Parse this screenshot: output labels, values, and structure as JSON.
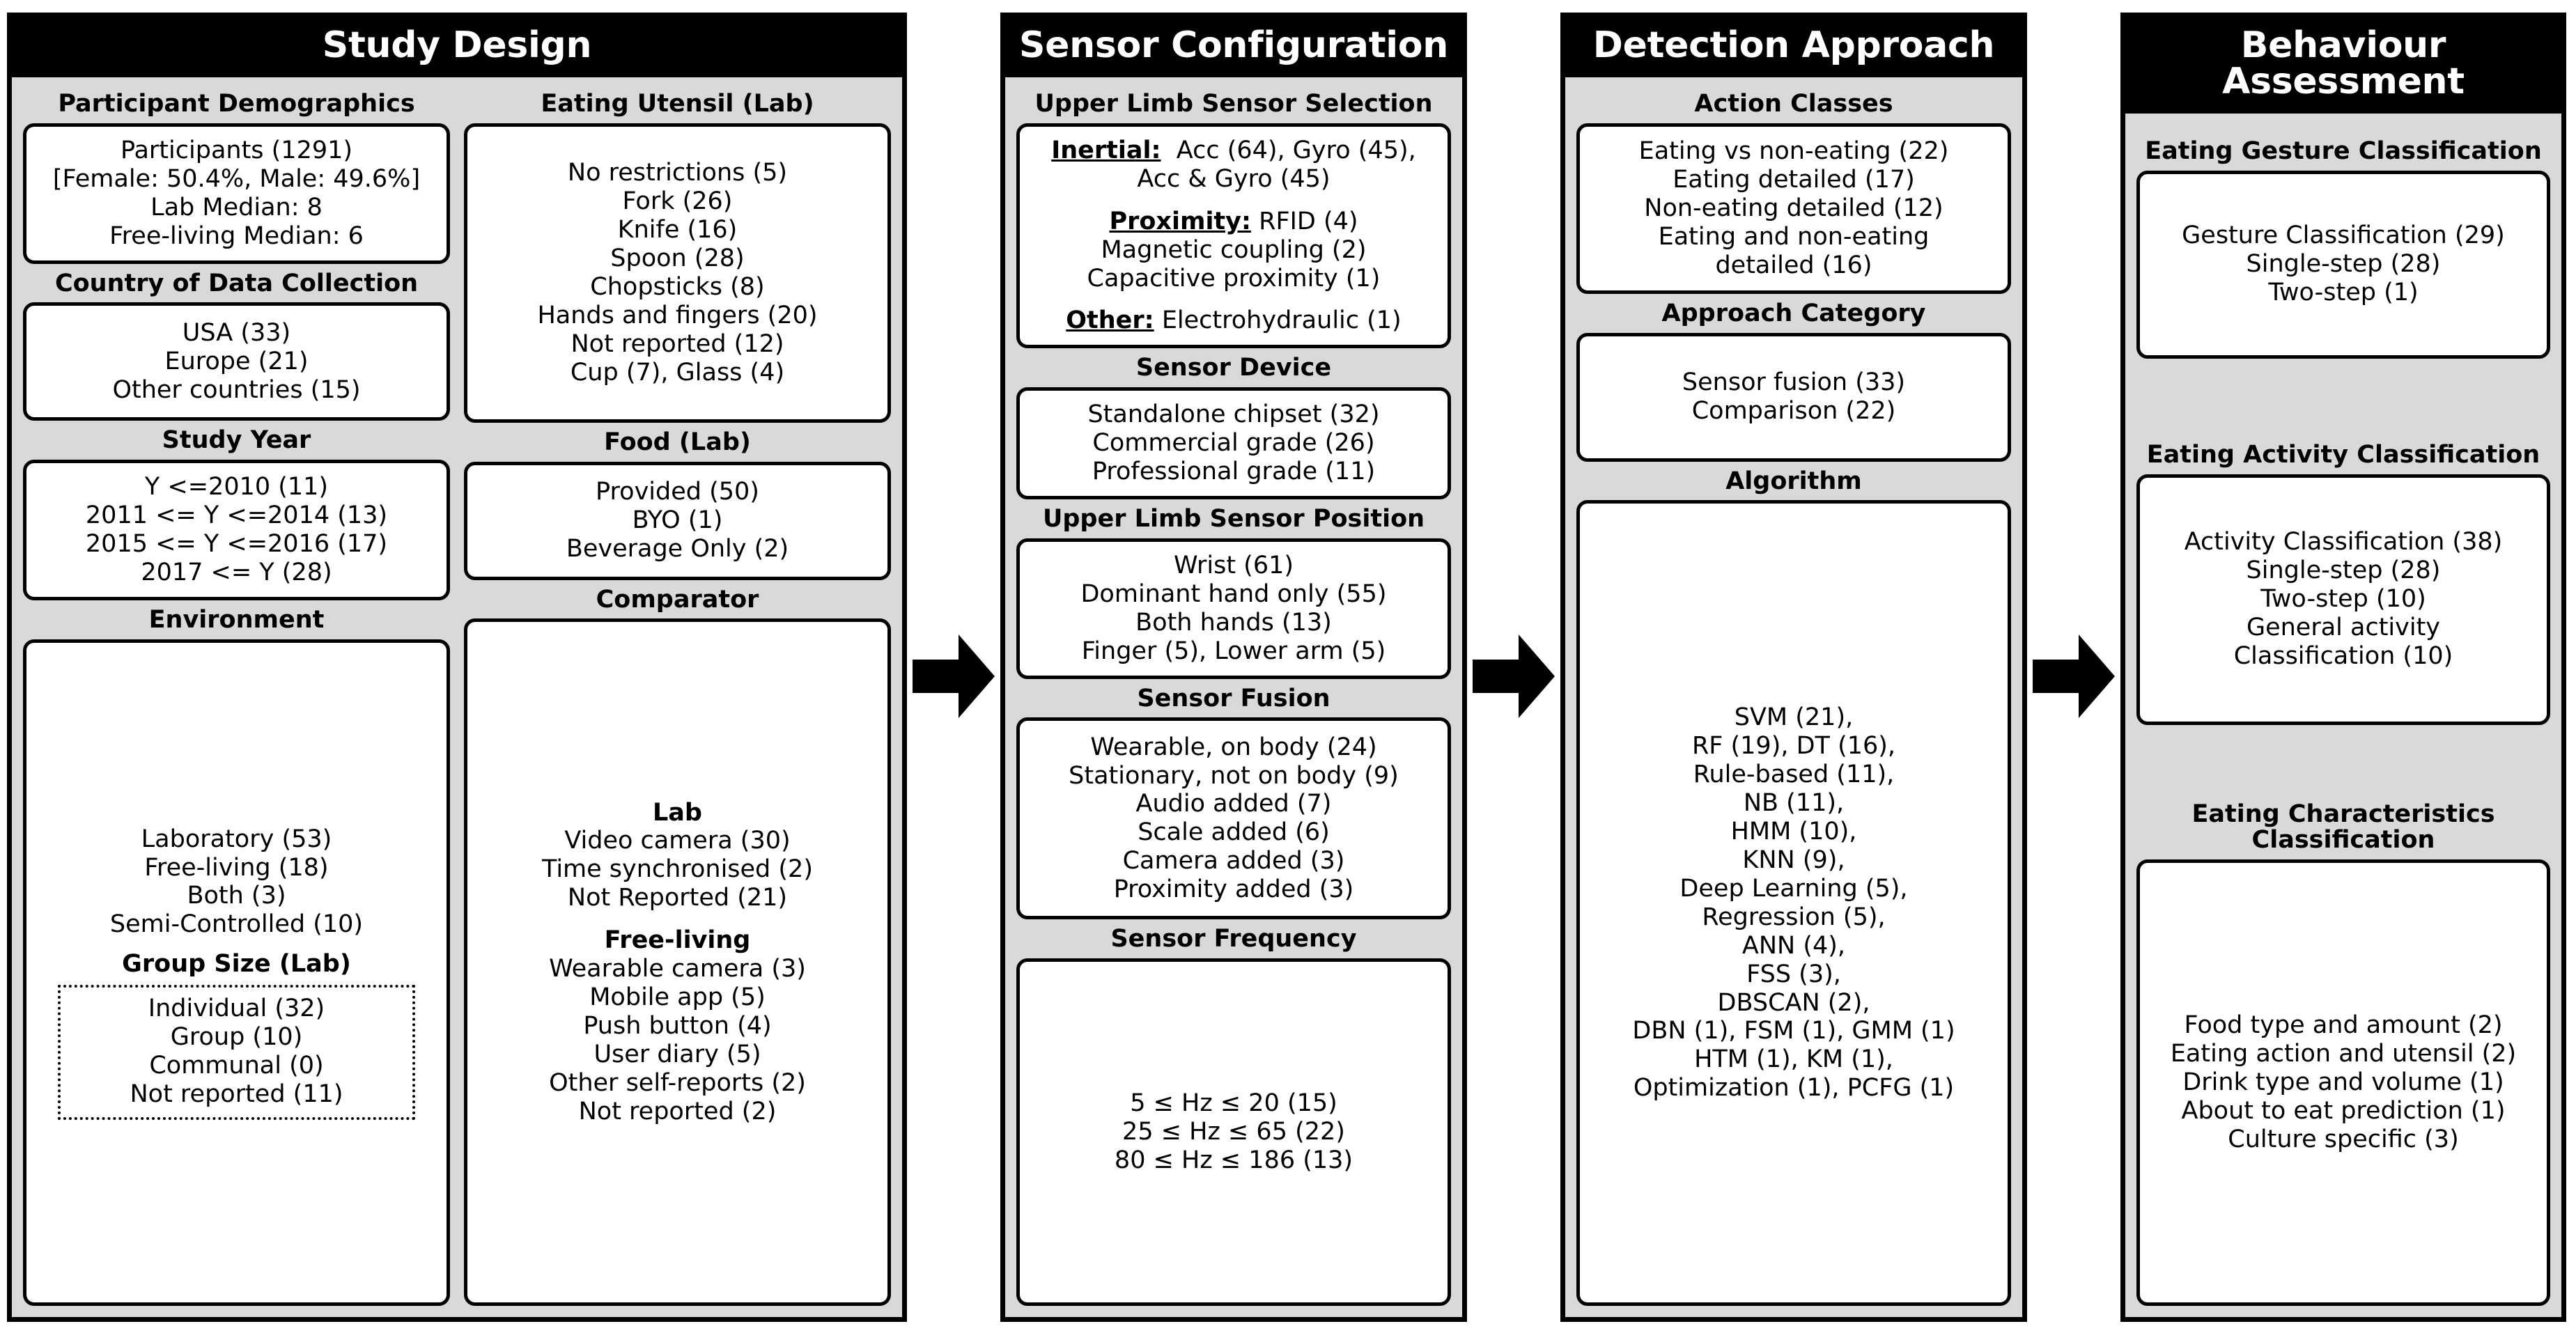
{
  "diagram": {
    "arrow_icon": "right-arrow-icon",
    "panels": [
      {
        "id": "study-design",
        "title": "Study Design",
        "columns": [
          {
            "sections": [
              {
                "heading": "Participant Demographics",
                "lines": [
                  "Participants (1291)",
                  "[Female: 50.4%, Male: 49.6%]",
                  "Lab Median: 8",
                  "Free-living Median: 6"
                ]
              },
              {
                "heading": "Country of Data Collection",
                "lines": [
                  "USA (33)",
                  "Europe (21)",
                  "Other countries (15)"
                ]
              },
              {
                "heading": "Study Year",
                "lines": [
                  "Y <=2010 (11)",
                  "2011 <= Y <=2014 (13)",
                  "2015 <= Y <=2016 (17)",
                  "2017 <= Y (28)"
                ]
              },
              {
                "heading": "Environment",
                "lines": [
                  "Laboratory (53)",
                  "Free-living (18)",
                  "Both (3)",
                  "Semi-Controlled (10)"
                ],
                "subgroup": {
                  "heading": "Group Size (Lab)",
                  "lines": [
                    "Individual (32)",
                    "Group (10)",
                    "Communal (0)",
                    "Not reported (11)"
                  ]
                }
              }
            ]
          },
          {
            "sections": [
              {
                "heading": "Eating Utensil (Lab)",
                "lines": [
                  "No restrictions (5)",
                  "Fork (26)",
                  "Knife (16)",
                  "Spoon (28)",
                  "Chopsticks (8)",
                  "Hands and fingers (20)",
                  "Not reported (12)",
                  "Cup (7), Glass (4)"
                ]
              },
              {
                "heading": "Food (Lab)",
                "lines": [
                  "Provided (50)",
                  "BYO (1)",
                  "Beverage Only (2)"
                ]
              },
              {
                "heading": "Comparator",
                "lines": [
                  "Lab",
                  "Video camera (30)",
                  "Time synchronised (2)",
                  "Not Reported (21)",
                  "Free-living",
                  "Wearable camera (3)",
                  "Mobile app (5)",
                  "Push button (4)",
                  "User diary (5)",
                  "Other self-reports (2)",
                  "Not reported (2)"
                ]
              }
            ]
          }
        ]
      },
      {
        "id": "sensor-configuration",
        "title": "Sensor Configuration",
        "columns": [
          {
            "sections": [
              {
                "heading": "Upper Limb Sensor Selection",
                "lines": [
                  "Inertial:",
                  "Acc (64), Gyro (45),",
                  "Acc & Gyro (45)",
                  "Proximity:",
                  "RFID (4)",
                  "Magnetic coupling (2)",
                  "Capacitive proximity (1)",
                  "Other:",
                  "Electrohydraulic (1)"
                ]
              },
              {
                "heading": "Sensor Device",
                "lines": [
                  "Standalone chipset (32)",
                  "Commercial grade (26)",
                  "Professional grade (11)"
                ]
              },
              {
                "heading": "Upper Limb Sensor Position",
                "lines": [
                  "Wrist (61)",
                  "Dominant hand only (55)",
                  "Both hands (13)",
                  "Finger (5), Lower arm (5)"
                ]
              },
              {
                "heading": "Sensor Fusion",
                "lines": [
                  "Wearable, on body (24)",
                  "Stationary, not on body (9)",
                  "Audio added (7)",
                  "Scale added (6)",
                  "Camera added (3)",
                  "Proximity added (3)"
                ]
              },
              {
                "heading": "Sensor Frequency",
                "lines": [
                  "5 ≤ Hz ≤ 20 (15)",
                  "25 ≤ Hz ≤ 65 (22)",
                  "80 ≤ Hz ≤ 186 (13)"
                ]
              }
            ]
          }
        ]
      },
      {
        "id": "detection-approach",
        "title": "Detection Approach",
        "columns": [
          {
            "sections": [
              {
                "heading": "Action Classes",
                "lines": [
                  "Eating vs non-eating (22)",
                  "Eating detailed (17)",
                  "Non-eating detailed (12)",
                  "Eating and non-eating",
                  "detailed (16)"
                ]
              },
              {
                "heading": "Approach Category",
                "lines": [
                  "Sensor fusion (33)",
                  "Comparison (22)"
                ]
              },
              {
                "heading": "Algorithm",
                "lines": [
                  "SVM (21),",
                  "RF (19), DT (16),",
                  "Rule-based (11),",
                  "NB (11),",
                  "HMM (10),",
                  "KNN (9),",
                  "Deep Learning (5),",
                  "Regression (5),",
                  "ANN (4),",
                  "FSS (3),",
                  "DBSCAN (2),",
                  "DBN (1), FSM (1), GMM (1)",
                  "HTM (1), KM (1),",
                  "Optimization (1), PCFG (1)"
                ]
              }
            ]
          }
        ]
      },
      {
        "id": "behaviour-assessment",
        "title": "Behaviour Assessment",
        "columns": [
          {
            "sections": [
              {
                "heading": "Eating Gesture Classification",
                "lines": [
                  "Gesture Classification (29)",
                  "Single-step (28)",
                  "Two-step (1)"
                ]
              },
              {
                "heading": "Eating Activity Classification",
                "lines": [
                  "Activity Classification (38)",
                  "Single-step (28)",
                  "Two-step (10)",
                  "General activity",
                  "Classification (10)"
                ]
              },
              {
                "heading": "Eating Characteristics Classification",
                "lines": [
                  "Food type and amount (2)",
                  "Eating action and utensil (2)",
                  "Drink type and volume (1)",
                  "About to eat prediction (1)",
                  "Culture specific (3)"
                ]
              }
            ]
          }
        ]
      }
    ]
  },
  "colors": {
    "panel_header_bg": "#000000",
    "panel_header_text": "#ffffff",
    "panel_bg": "#d9d9d9",
    "card_bg": "#ffffff",
    "border": "#000000"
  }
}
